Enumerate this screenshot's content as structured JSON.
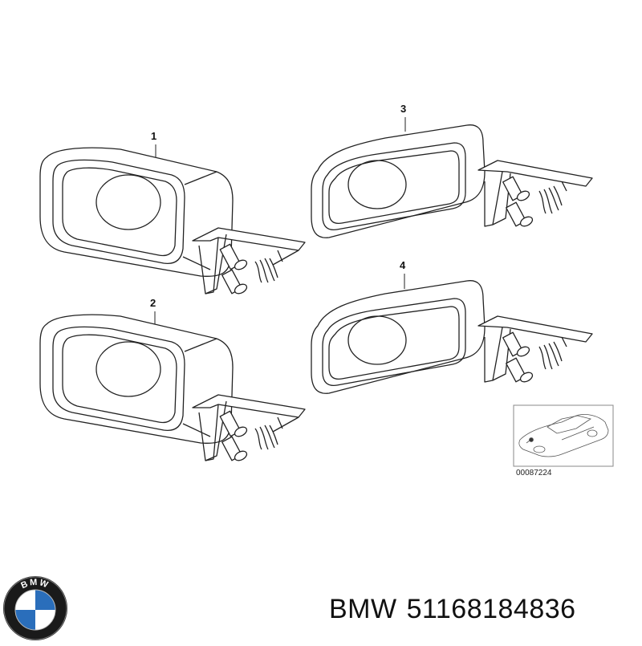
{
  "diagram": {
    "callouts": [
      "1",
      "2",
      "3",
      "4"
    ],
    "reference_number": "00087224"
  },
  "caption": {
    "brand": "BMW",
    "part_number": "51168184836"
  },
  "logo": {
    "text": "BMW",
    "colors": {
      "ring": "#1a1a1a",
      "blue": "#2a6ebb",
      "white": "#ffffff"
    }
  }
}
